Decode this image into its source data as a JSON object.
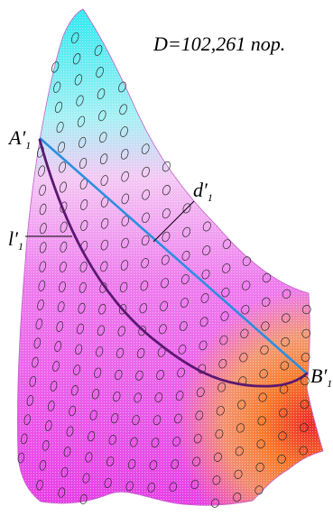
{
  "annotation": {
    "text": "D=102,261 пор."
  },
  "labels": {
    "A": {
      "main": "A",
      "prime": "′",
      "sub": "1"
    },
    "B": {
      "main": "B",
      "prime": "′",
      "sub": "1"
    },
    "d": {
      "main": "d",
      "prime": "′",
      "sub": "1"
    },
    "l": {
      "main": "l",
      "prime": "′",
      "sub": "1"
    }
  },
  "colors": {
    "straight_line": "#2a8fe0",
    "curve": "#5a1870",
    "ellipse_stroke": "#2a2a2a",
    "top_cyan": "#2fe8ef",
    "mid_magenta": "#e84ae8",
    "bottom_orange": "#f8a020",
    "bottom_red": "#f03030"
  }
}
